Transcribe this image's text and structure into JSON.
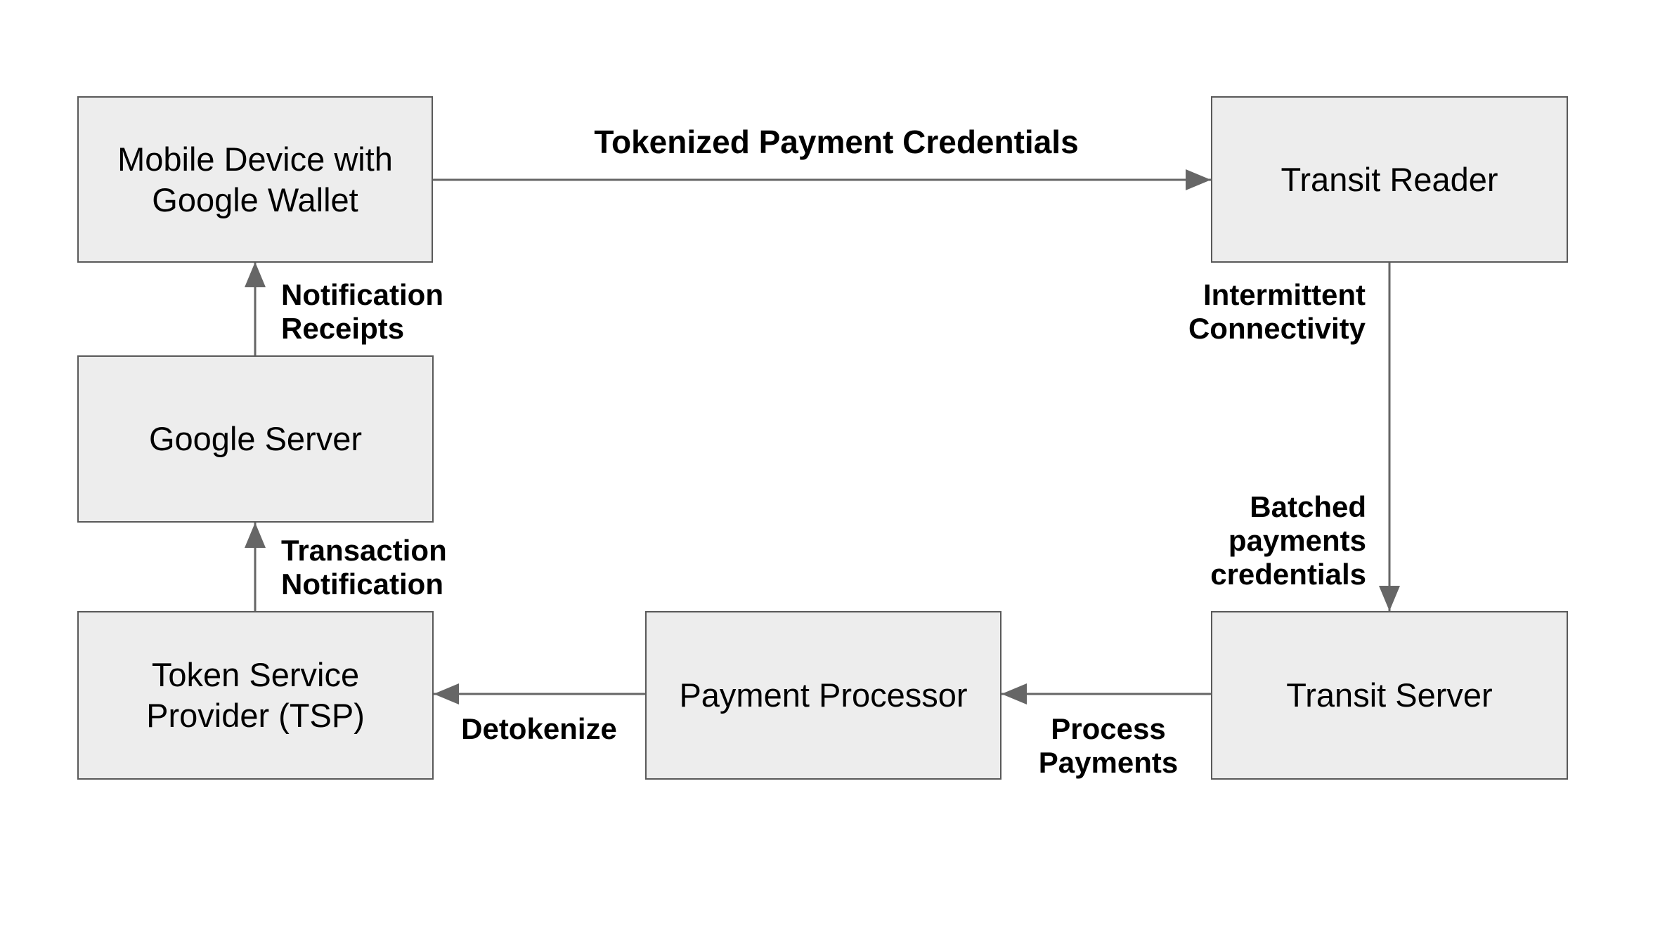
{
  "colors": {
    "background": "#ffffff",
    "box_fill": "#ededed",
    "box_border": "#595959",
    "arrow": "#666666",
    "text": "#000000"
  },
  "nodes": {
    "mobile_device": {
      "line1": "Mobile Device with",
      "line2": "Google Wallet"
    },
    "transit_reader": {
      "label": "Transit Reader"
    },
    "google_server": {
      "label": "Google Server"
    },
    "tsp": {
      "line1": "Token Service",
      "line2": "Provider (TSP)"
    },
    "payment_processor": {
      "label": "Payment Processor"
    },
    "transit_server": {
      "label": "Transit Server"
    }
  },
  "edge_labels": {
    "tokenized_payment_credentials": "Tokenized Payment Credentials",
    "notification_receipts": {
      "line1": "Notification",
      "line2": "Receipts"
    },
    "intermittent_connectivity": {
      "line1": "Intermittent",
      "line2": "Connectivity"
    },
    "batched_payments_credentials": {
      "line1": "Batched",
      "line2": "payments",
      "line3": "credentials"
    },
    "transaction_notification": {
      "line1": "Transaction",
      "line2": "Notification"
    },
    "detokenize": "Detokenize",
    "process_payments": {
      "line1": "Process",
      "line2": "Payments"
    }
  }
}
